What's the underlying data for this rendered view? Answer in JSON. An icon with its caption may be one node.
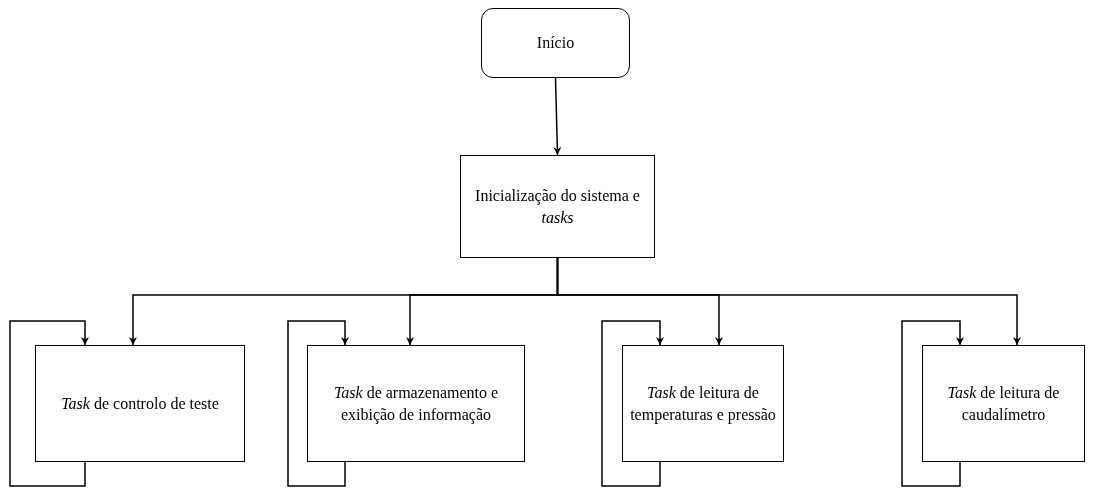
{
  "diagram": {
    "nodes": [
      {
        "text": [
          "Início"
        ]
      },
      {
        "text": [
          "Inicialização do sistema e *tasks*"
        ]
      },
      {
        "text": [
          "*Task* de controlo de teste"
        ]
      },
      {
        "text": [
          "*Task* de armazenamento e exibição de informação"
        ]
      },
      {
        "text": [
          "*Task* de leitura de temperaturas e pressão"
        ]
      },
      {
        "text": [
          "*Task* de leitura de caudalímetro"
        ]
      }
    ],
    "edges": [
      {
        "from": 0,
        "to": 1,
        "arrow": "to"
      },
      {
        "from": 1,
        "to": 2,
        "arrow": "to"
      },
      {
        "from": 1,
        "to": 3,
        "arrow": "to"
      },
      {
        "from": 1,
        "to": 4,
        "arrow": "to"
      },
      {
        "from": 1,
        "to": 5,
        "arrow": "to"
      },
      {
        "from": 2,
        "to": 2,
        "arrow": "to"
      },
      {
        "from": 3,
        "to": 3,
        "arrow": "to"
      },
      {
        "from": 4,
        "to": 4,
        "arrow": "to"
      },
      {
        "from": 5,
        "to": 5,
        "arrow": "to"
      }
    ]
  }
}
